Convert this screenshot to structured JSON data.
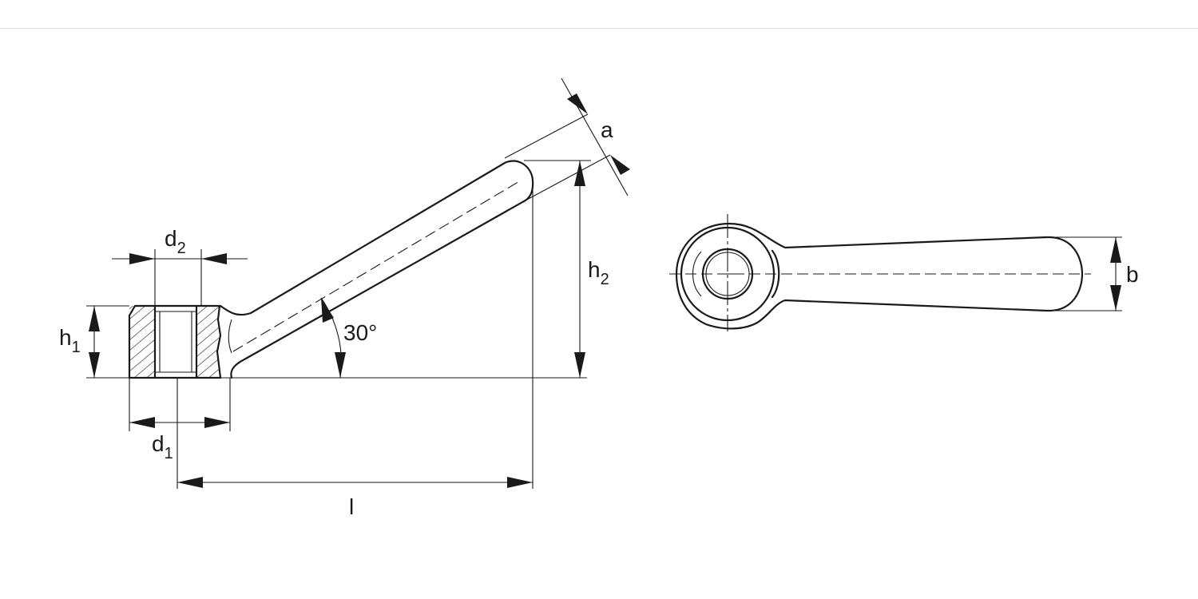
{
  "side_view": {
    "dim_d2": {
      "main": "d",
      "sub": "2"
    },
    "dim_h1": {
      "main": "h",
      "sub": "1"
    },
    "dim_d1": {
      "main": "d",
      "sub": "1"
    },
    "dim_h2": {
      "main": "h",
      "sub": "2"
    },
    "dim_a": "a",
    "dim_l": "l",
    "angle": "30°"
  },
  "top_view": {
    "dim_b": "b"
  }
}
